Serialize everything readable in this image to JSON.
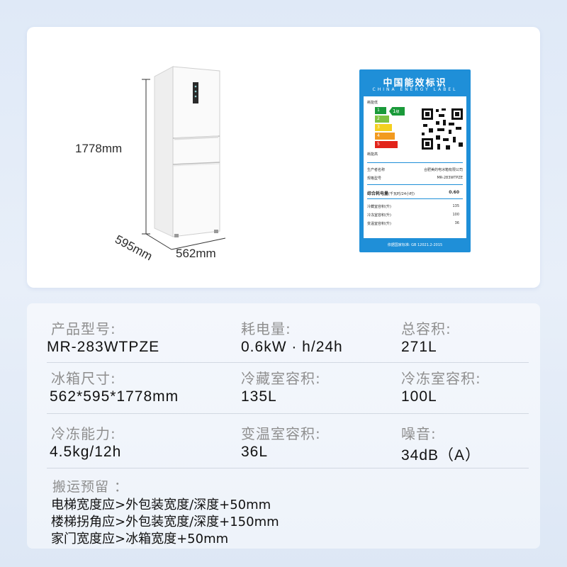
{
  "dimensions": {
    "height": "1778mm",
    "depth": "595mm",
    "width": "562mm"
  },
  "energy_label": {
    "title": "中国能效标识",
    "subtitle": "CHINA ENERGY LABEL",
    "grade": "1",
    "grade_suffix": "级",
    "low_label": "耗能低",
    "high_label": "耗能高",
    "grades": [
      "1",
      "2",
      "3",
      "4",
      "5"
    ],
    "producer_label": "生产者名称",
    "producer": "合肥美的电冰箱有限公司",
    "model_label": "规格型号",
    "model": "MR-283WTPZE",
    "consumption_label": "综合耗电量",
    "consumption_unit": "(千瓦时/24小时)",
    "consumption_value": "0.60",
    "rows": [
      {
        "label": "冷藏室容积(升)",
        "value": "135"
      },
      {
        "label": "冷冻室容积(升)",
        "value": "100"
      },
      {
        "label": "变温室容积(升)",
        "value": "36"
      }
    ],
    "standard": "依据国家标准: GB 12021.2-2015",
    "colors": {
      "blue": "#1f8fd8",
      "g1": "#1a9a3a",
      "g2": "#7ec241",
      "g3": "#f4d020",
      "g4": "#f29a1f",
      "g5": "#e2231a"
    }
  },
  "specs": [
    {
      "label": "产品型号:",
      "value": "MR-283WTPZE"
    },
    {
      "label": "耗电量:",
      "value": "0.6kW · h/24h"
    },
    {
      "label": "总容积:",
      "value": "271L"
    },
    {
      "label": "冰箱尺寸:",
      "value": "562*595*1778mm"
    },
    {
      "label": "冷藏室容积:",
      "value": "135L"
    },
    {
      "label": "冷冻室容积:",
      "value": "100L"
    },
    {
      "label": "冷冻能力:",
      "value": "4.5kg/12h"
    },
    {
      "label": "变温室容积:",
      "value": "36L"
    },
    {
      "label": "噪音:",
      "value": "34dB（A）"
    }
  ],
  "transport": {
    "title": "搬运预留 ：",
    "lines": [
      "电梯宽度应>外包装宽度/深度+50mm",
      "楼梯拐角应>外包装宽度/深度+150mm",
      "家门宽度应>冰箱宽度+50mm"
    ]
  }
}
